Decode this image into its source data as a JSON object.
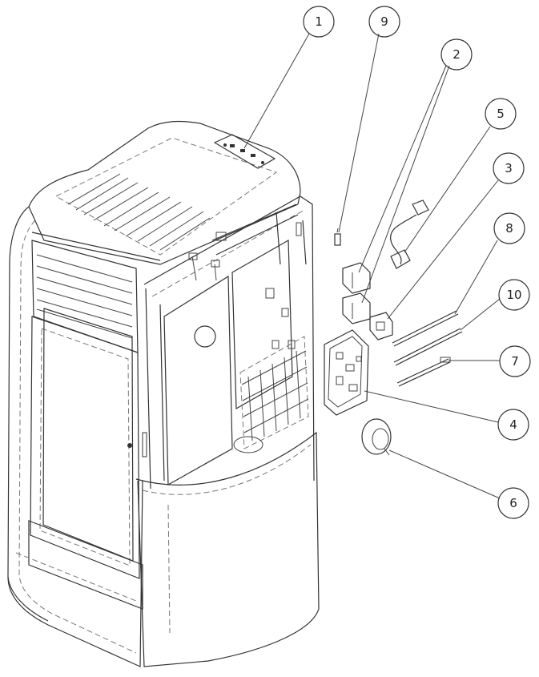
{
  "diagram": {
    "callouts": [
      {
        "id": "callout-1",
        "text": "1"
      },
      {
        "id": "callout-9",
        "text": "9"
      },
      {
        "id": "callout-2",
        "text": "2"
      },
      {
        "id": "callout-5",
        "text": "5"
      },
      {
        "id": "callout-3",
        "text": "3"
      },
      {
        "id": "callout-8",
        "text": "8"
      },
      {
        "id": "callout-10",
        "text": "10"
      },
      {
        "id": "callout-7",
        "text": "7"
      },
      {
        "id": "callout-4",
        "text": "4"
      },
      {
        "id": "callout-6",
        "text": "6"
      }
    ]
  }
}
